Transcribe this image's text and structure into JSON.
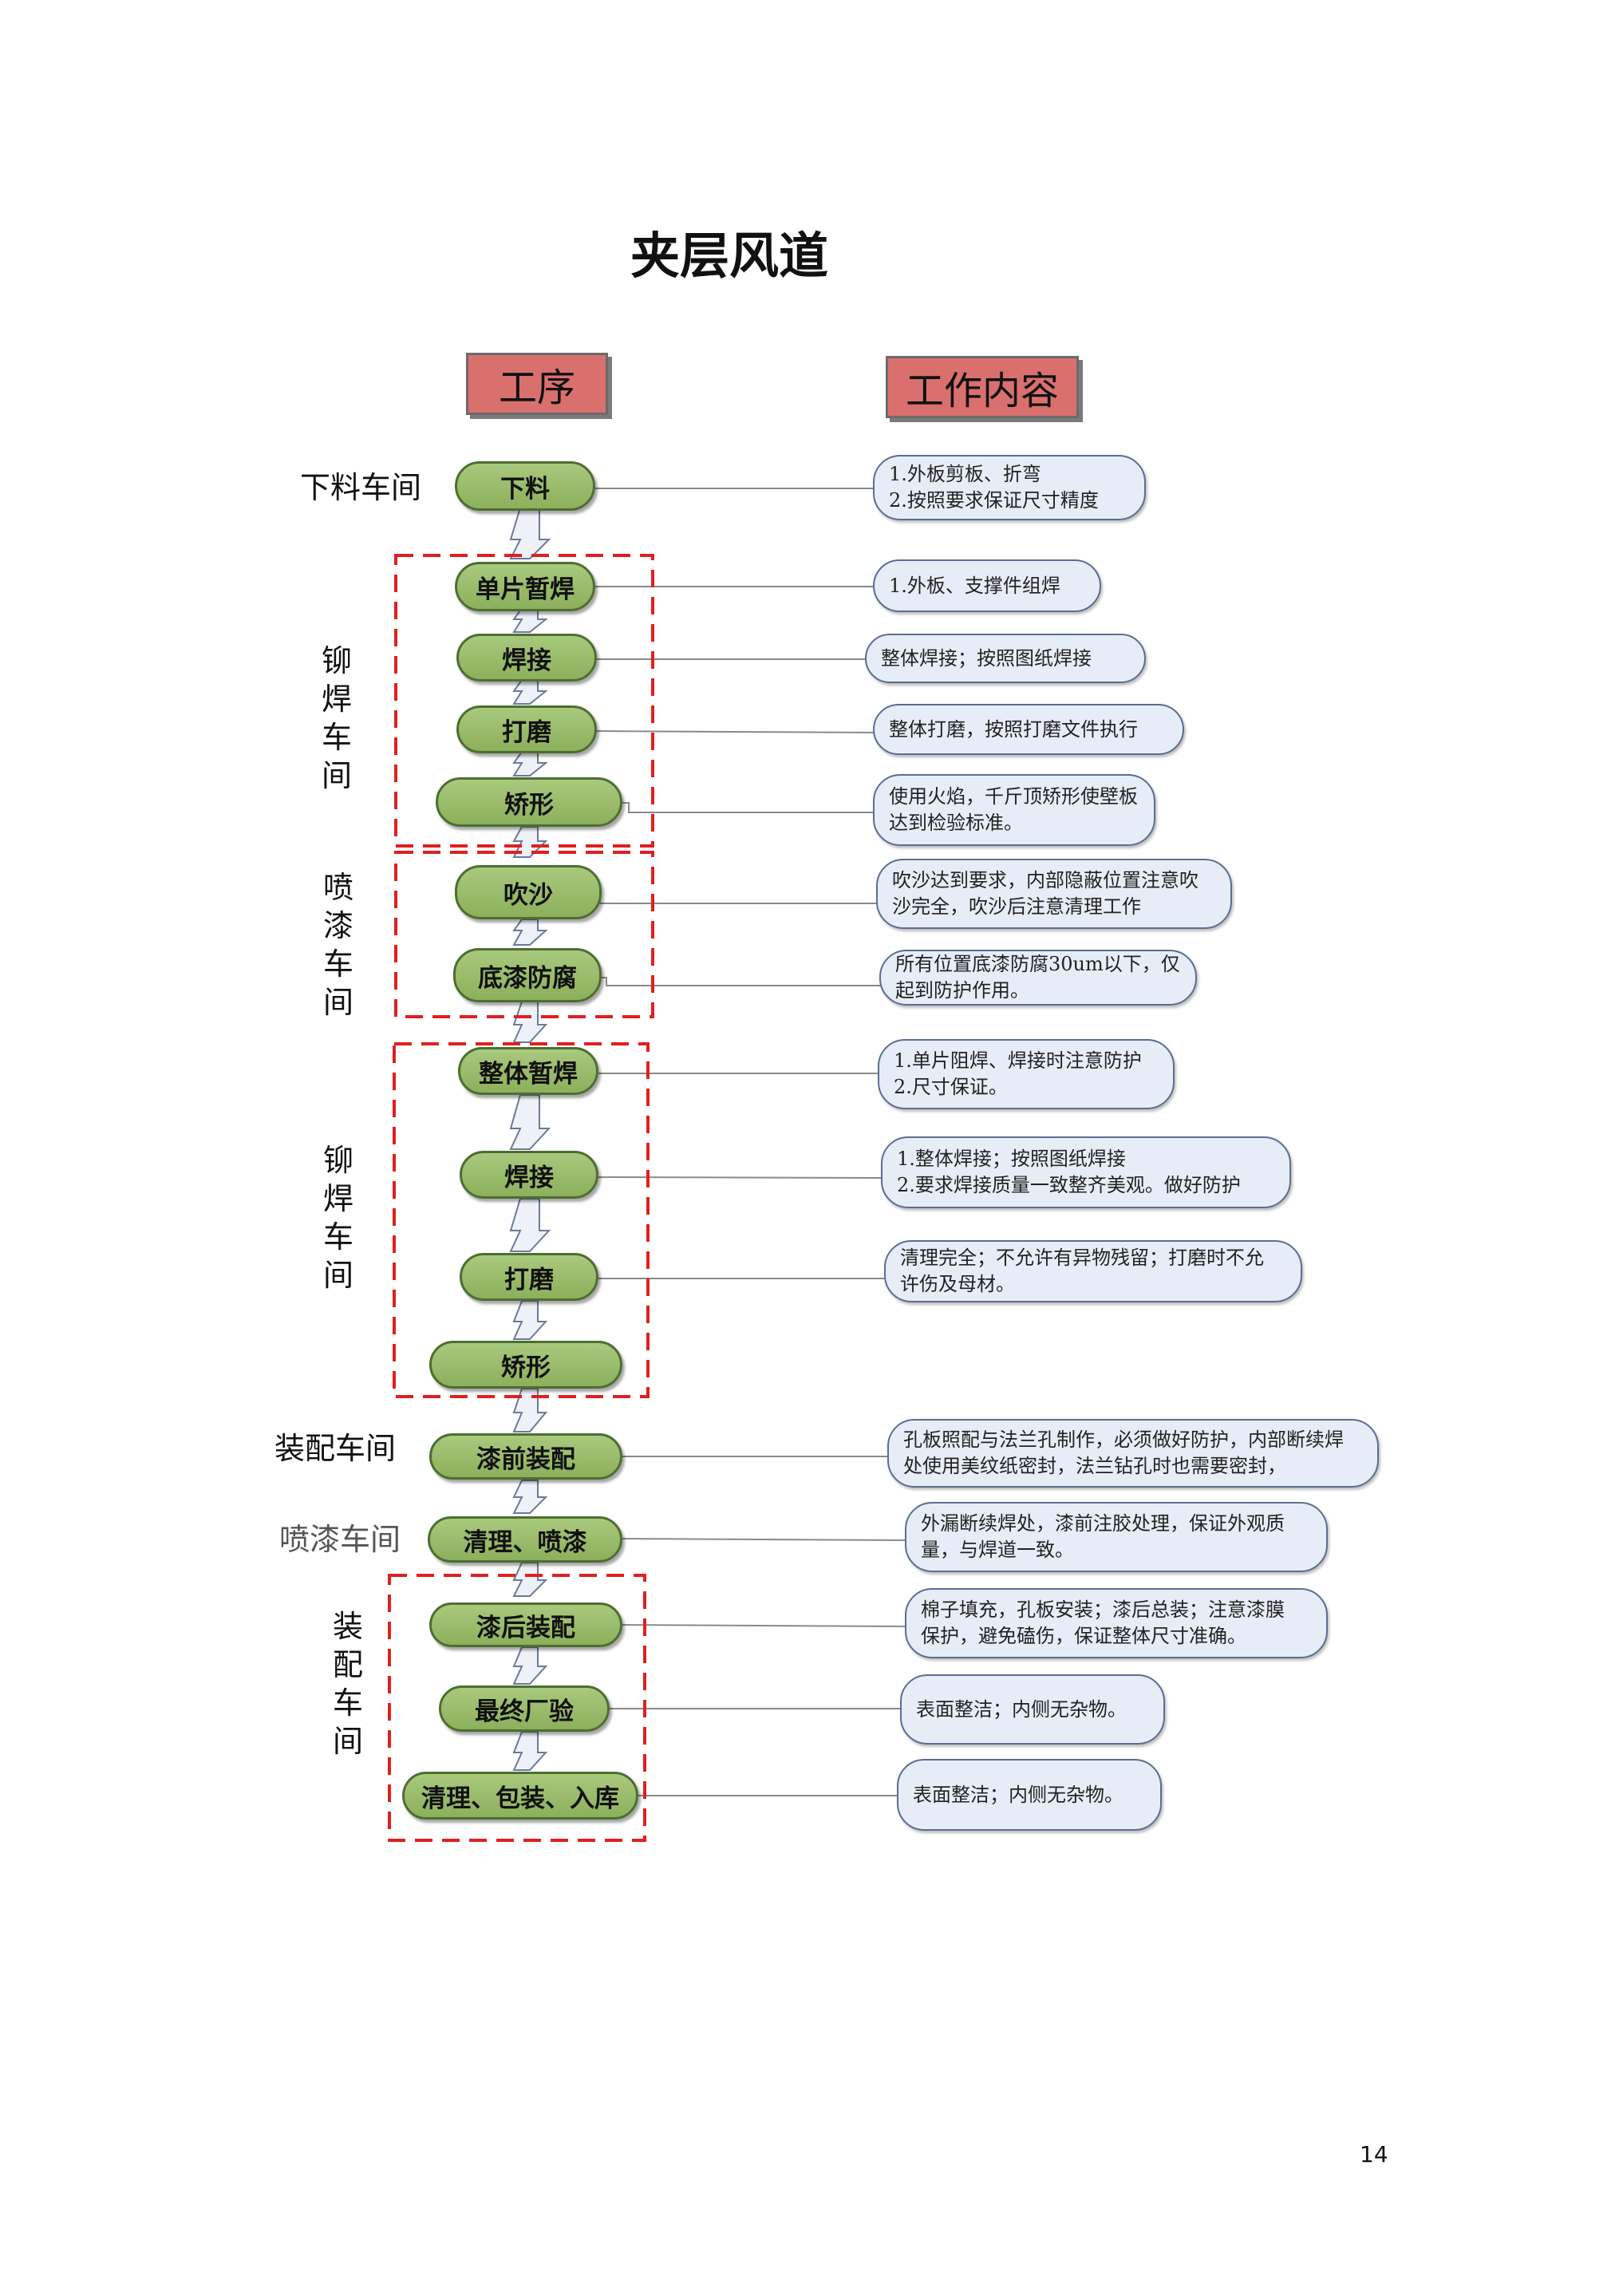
{
  "title": "夹层风道",
  "headers": {
    "process": "工序",
    "content": "工作内容"
  },
  "workshops": {
    "cutting": "下料车间",
    "riveting_1": "铆焊车间",
    "painting_1": "喷漆车间",
    "riveting_2": "铆焊车间",
    "assembly_1": "装配车间",
    "painting_2": "喷漆车间",
    "assembly_2": "装配车间"
  },
  "steps": {
    "s1": "下料",
    "s2": "单片暂焊",
    "s3": "焊接",
    "s4": "打磨",
    "s5": "矫形",
    "s6": "吹沙",
    "s7": "底漆防腐",
    "s8": "整体暂焊",
    "s9": "焊接",
    "s10": "打磨",
    "s11": "矫形",
    "s12": "漆前装配",
    "s13": "清理、喷漆",
    "s14": "漆后装配",
    "s15": "最终厂验",
    "s16": "清理、包装、入库"
  },
  "notes": {
    "n1": [
      "1.外板剪板、折弯",
      "2.按照要求保证尺寸精度"
    ],
    "n2": [
      "1.外板、支撑件组焊"
    ],
    "n3": [
      "整体焊接；按照图纸焊接"
    ],
    "n4": [
      "整体打磨，按照打磨文件执行"
    ],
    "n5": [
      "使用火焰，千斤顶矫形使壁板",
      "达到检验标准。"
    ],
    "n6": [
      "吹沙达到要求，内部隐蔽位置注意吹",
      "沙完全，吹沙后注意清理工作"
    ],
    "n7": [
      "所有位置底漆防腐30um以下，仅",
      "起到防护作用。"
    ],
    "n8": [
      "1.单片阻焊、焊接时注意防护",
      "2.尺寸保证。"
    ],
    "n9": [
      "1.整体焊接；按照图纸焊接",
      "2.要求焊接质量一致整齐美观。做好防护"
    ],
    "n10": [
      "清理完全；不允许有异物残留；打磨时不允",
      "许伤及母材。"
    ],
    "n11": [
      "孔板照配与法兰孔制作，必须做好防护，内部断续焊",
      "处使用美纹纸密封，法兰钻孔时也需要密封，"
    ],
    "n12": [
      "外漏断续焊处，漆前注胶处理，保证外观质",
      "量，与焊道一致。"
    ],
    "n13": [
      "棉子填充，孔板安装；漆后总装；注意漆膜",
      "保护，避免磕伤，保证整体尺寸准确。"
    ],
    "n14": [
      "表面整洁；内侧无杂物。"
    ],
    "n15": [
      "表面整洁；内侧无杂物。"
    ]
  },
  "page_number": "14",
  "colors": {
    "header_fill": "#d9706e",
    "step_fill": "#9bbe6b",
    "step_border": "#4d6e31",
    "note_fill": "#e7edf7",
    "note_border": "#5b6e92",
    "group_dash": "#e02020",
    "arrow_fill": "#eef2f8"
  }
}
